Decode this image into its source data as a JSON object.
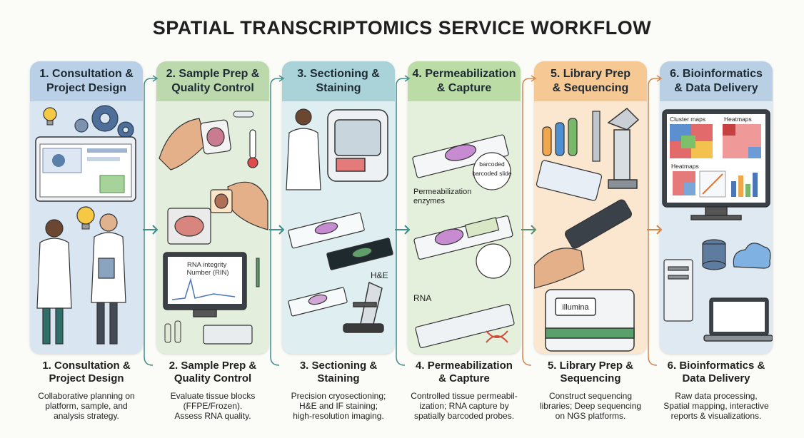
{
  "title": "SPATIAL TRANSCRIPTOMICS SERVICE WORKFLOW",
  "colors": {
    "step1": "#d9e6f1",
    "step1_head": "#b9d0e6",
    "step2": "#e3efdc",
    "step2_head": "#bcd9ad",
    "step3": "#dfeef0",
    "step3_head": "#a9d3d8",
    "step4": "#e4f0dc",
    "step4_head": "#bcdca6",
    "step5": "#fbe6cf",
    "step5_head": "#f5c894",
    "step6": "#dfe9f2",
    "step6_head": "#b8cfe4"
  },
  "steps": [
    {
      "header": "1. Consultation &\nProject Design",
      "caption_title": "1. Consultation &\nProject Design",
      "caption_desc": "Collaborative planning on\nplatform, sample, and\nanalysis strategy."
    },
    {
      "header": "2. Sample Prep &\nQuality Control",
      "caption_title": "2. Sample Prep &\nQuality Control",
      "caption_desc": "Evaluate tissue blocks\n(FFPE/Frozen).\nAssess RNA quality.",
      "labels": {
        "rin": "RNA integrity\nNumber (RIN)"
      }
    },
    {
      "header": "3. Sectioning &\nStaining",
      "caption_title": "3. Sectioning &\nStaining",
      "caption_desc": "Precision cryosectioning;\nH&E and IF staining;\nhigh-resolution imaging.",
      "labels": {
        "he": "H&E"
      }
    },
    {
      "header": "4. Permeabilization\n& Capture",
      "caption_title": "4. Permeabilization\n& Capture",
      "caption_desc": "Controlled tissue permeabil-\nization; RNA capture by\nspatially barcoded probes.",
      "labels": {
        "barcoded": "barcoded",
        "barcoded_slide": "barcoded slide",
        "enzymes": "Permeabilization\nenzymes",
        "rna": "RNA"
      }
    },
    {
      "header": "5. Library Prep\n& Sequencing",
      "caption_title": "5. Library Prep &\nSequencing",
      "caption_desc": "Construct sequencing\nlibraries; Deep sequencing\non NGS platforms.",
      "labels": {
        "illumina": "illumina"
      }
    },
    {
      "header": "6. Bioinformatics\n& Data Delivery",
      "caption_title": "6. Bioinformatics &\nData Delivery",
      "caption_desc": "Raw data processing,\nSpatial mapping, interactive\nreports & visualizations.",
      "labels": {
        "cluster": "Cluster maps",
        "heatmaps_top": "Heatmaps",
        "heatmaps_bottom": "Heatmaps"
      }
    }
  ]
}
